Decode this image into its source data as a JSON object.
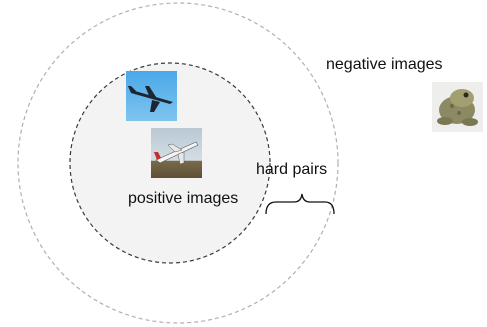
{
  "labels": {
    "negative": "negative images",
    "positive": "positive images",
    "hard_pairs": "hard pairs"
  },
  "images": {
    "positive_1": "airplane-in-blue-sky",
    "positive_2": "airplane-taking-off",
    "negative_1": "frog"
  },
  "colors": {
    "outer_circle_stroke": "#b0b0b0",
    "inner_circle_stroke": "#3a3a3a",
    "inner_circle_fill": "#f3f3f3",
    "text": "#111111"
  }
}
